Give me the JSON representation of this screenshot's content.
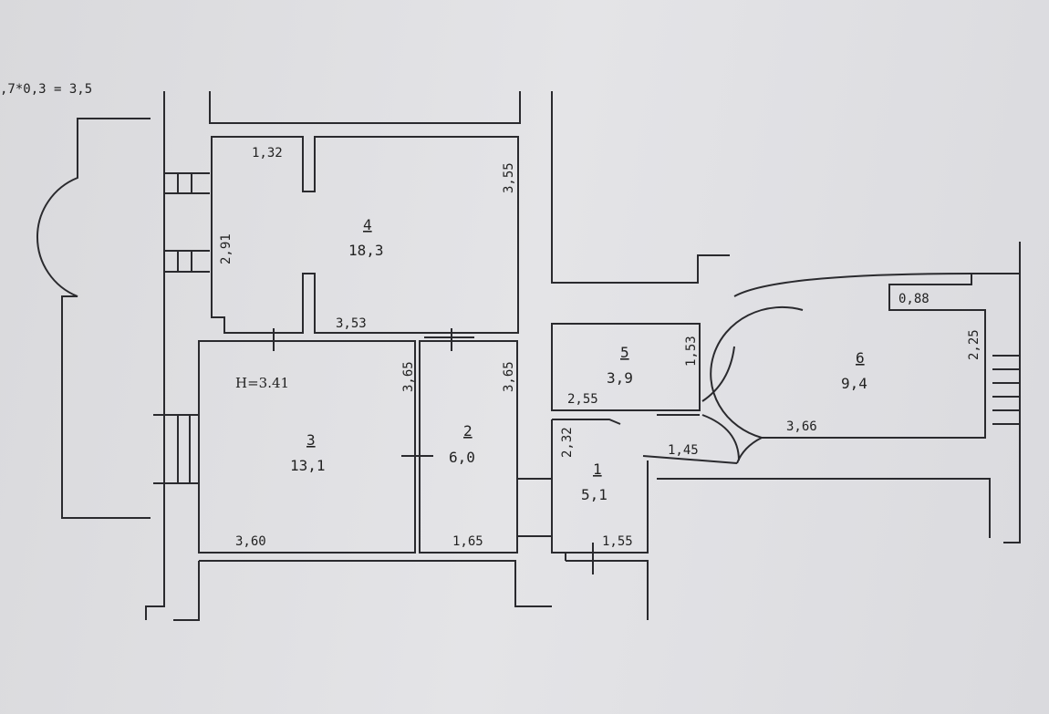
{
  "formula": ",7*0,3 = 3,5",
  "height_label": "H=3.41",
  "rooms": [
    {
      "number": "1",
      "area": "5,1"
    },
    {
      "number": "2",
      "area": "6,0"
    },
    {
      "number": "3",
      "area": "13,1"
    },
    {
      "number": "4",
      "area": "18,3"
    },
    {
      "number": "5",
      "area": "3,9"
    },
    {
      "number": "6",
      "area": "9,4"
    }
  ],
  "dimensions": {
    "r4_top": "1,32",
    "r4_right": "3,55",
    "r4_left": "2,91",
    "r4_bottom": "3,53",
    "r3_right": "3,65",
    "r3_bottom": "3,60",
    "r2_right": "3,65",
    "r2_bottom": "1,65",
    "r5_right": "1,53",
    "r5_bottom": "2,55",
    "r1_left": "2,32",
    "r1_top": "1,45",
    "r1_bottom": "1,55",
    "r6_top": "0,88",
    "r6_right": "2,25",
    "r6_bottom": "3,66"
  }
}
